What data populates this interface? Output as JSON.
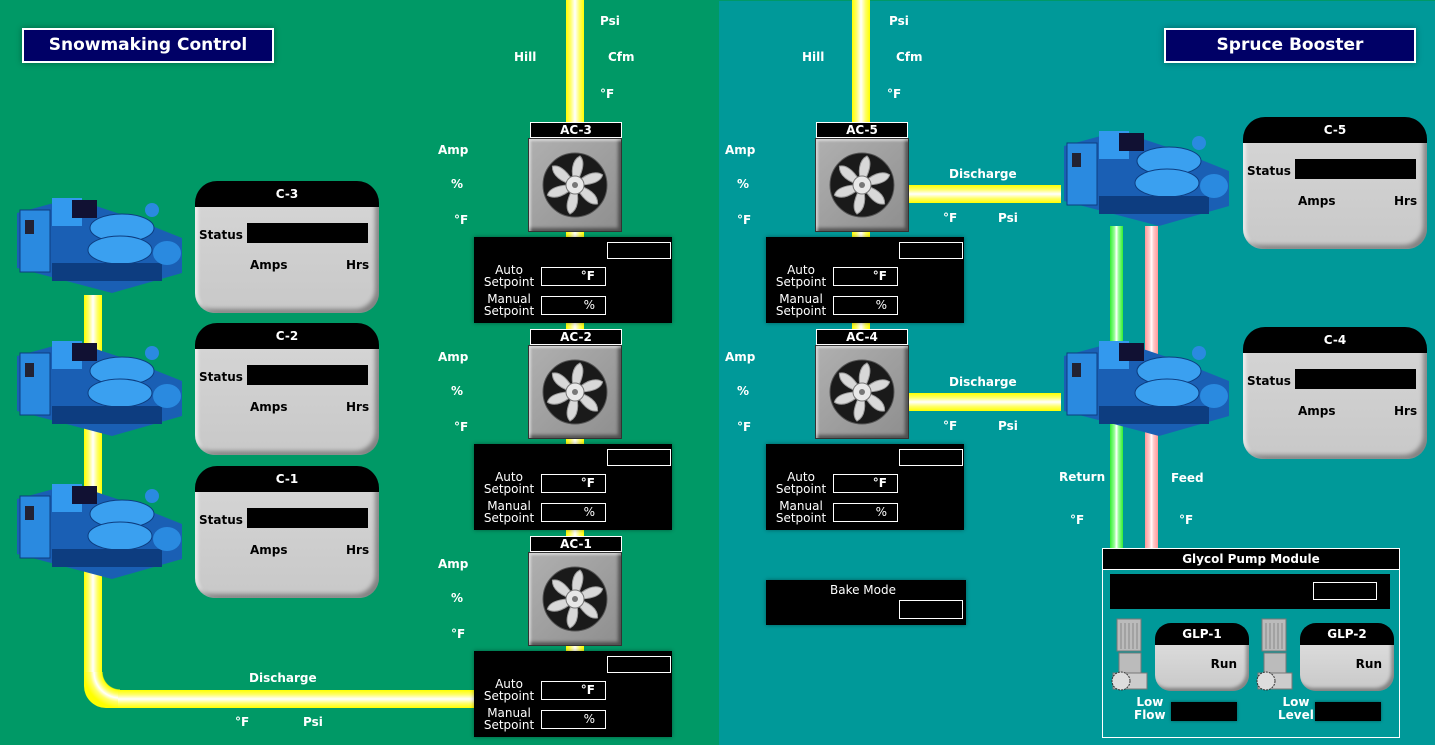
{
  "colors": {
    "left_bg": "#009966",
    "right_bg": "#009999",
    "title_bg": "#000066",
    "discharge_pipe": "#ffff00",
    "return_pipe": "#33ee33",
    "feed_pipe": "#ff9999"
  },
  "left": {
    "title": "Snowmaking Control",
    "hill": {
      "label": "Hill",
      "psi": "Psi",
      "cfm": "Cfm",
      "temp": "°F"
    },
    "discharge": {
      "label": "Discharge",
      "temp": "°F",
      "psi": "Psi"
    },
    "compressors": [
      {
        "name": "C-3",
        "status_label": "Status",
        "amps_label": "Amps",
        "hrs_label": "Hrs"
      },
      {
        "name": "C-2",
        "status_label": "Status",
        "amps_label": "Amps",
        "hrs_label": "Hrs"
      },
      {
        "name": "C-1",
        "status_label": "Status",
        "amps_label": "Amps",
        "hrs_label": "Hrs"
      }
    ],
    "aftercoolers": [
      {
        "name": "AC-3",
        "amp": "Amp",
        "pct": "%",
        "temp": "°F",
        "auto": "Auto",
        "auto2": "Setpoint",
        "manual": "Manual",
        "manual2": "Setpoint",
        "auto_unit": "°F",
        "manual_unit": "%"
      },
      {
        "name": "AC-2",
        "amp": "Amp",
        "pct": "%",
        "temp": "°F",
        "auto": "Auto",
        "auto2": "Setpoint",
        "manual": "Manual",
        "manual2": "Setpoint",
        "auto_unit": "°F",
        "manual_unit": "%"
      },
      {
        "name": "AC-1",
        "amp": "Amp",
        "pct": "%",
        "temp": "°F",
        "auto": "Auto",
        "auto2": "Setpoint",
        "manual": "Manual",
        "manual2": "Setpoint",
        "auto_unit": "°F",
        "manual_unit": "%"
      }
    ]
  },
  "right": {
    "title": "Spruce Booster",
    "hill": {
      "label": "Hill",
      "psi": "Psi",
      "cfm": "Cfm",
      "temp": "°F"
    },
    "aftercoolers": [
      {
        "name": "AC-5",
        "amp": "Amp",
        "pct": "%",
        "temp": "°F",
        "auto": "Auto",
        "auto2": "Setpoint",
        "manual": "Manual",
        "manual2": "Setpoint",
        "auto_unit": "°F",
        "manual_unit": "%",
        "discharge": "Discharge",
        "d_temp": "°F",
        "d_psi": "Psi"
      },
      {
        "name": "AC-4",
        "amp": "Amp",
        "pct": "%",
        "temp": "°F",
        "auto": "Auto",
        "auto2": "Setpoint",
        "manual": "Manual",
        "manual2": "Setpoint",
        "auto_unit": "°F",
        "manual_unit": "%",
        "discharge": "Discharge",
        "d_temp": "°F",
        "d_psi": "Psi"
      }
    ],
    "bake_mode": "Bake Mode",
    "compressors": [
      {
        "name": "C-5",
        "status_label": "Status",
        "amps_label": "Amps",
        "hrs_label": "Hrs"
      },
      {
        "name": "C-4",
        "status_label": "Status",
        "amps_label": "Amps",
        "hrs_label": "Hrs"
      }
    ],
    "return": {
      "label": "Return",
      "temp": "°F"
    },
    "feed": {
      "label": "Feed",
      "temp": "°F"
    },
    "glycol": {
      "title": "Glycol Pump Module",
      "pumps": [
        {
          "name": "GLP-1",
          "run": "Run"
        },
        {
          "name": "GLP-2",
          "run": "Run"
        }
      ],
      "low_flow_1": "Low",
      "low_flow_2": "Flow",
      "low_level_1": "Low",
      "low_level_2": "Level"
    }
  }
}
